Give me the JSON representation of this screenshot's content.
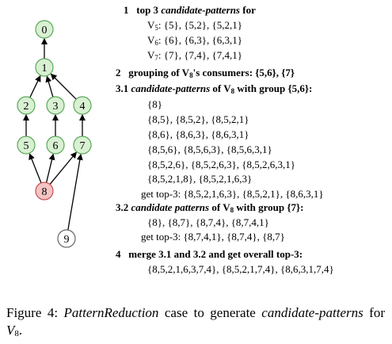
{
  "graph": {
    "nodes": [
      {
        "id": "0",
        "label": "0",
        "style": "green"
      },
      {
        "id": "1",
        "label": "1",
        "style": "green"
      },
      {
        "id": "2",
        "label": "2",
        "style": "green"
      },
      {
        "id": "3",
        "label": "3",
        "style": "green"
      },
      {
        "id": "4",
        "label": "4",
        "style": "green"
      },
      {
        "id": "5",
        "label": "5",
        "style": "green"
      },
      {
        "id": "6",
        "label": "6",
        "style": "green"
      },
      {
        "id": "7",
        "label": "7",
        "style": "green"
      },
      {
        "id": "8",
        "label": "8",
        "style": "red"
      },
      {
        "id": "9",
        "label": "9",
        "style": "white"
      }
    ],
    "edges": [
      [
        "1",
        "0"
      ],
      [
        "2",
        "1"
      ],
      [
        "3",
        "1"
      ],
      [
        "4",
        "1"
      ],
      [
        "5",
        "2"
      ],
      [
        "6",
        "3"
      ],
      [
        "7",
        "4"
      ],
      [
        "8",
        "5"
      ],
      [
        "8",
        "6"
      ],
      [
        "8",
        "7"
      ],
      [
        "9",
        "7"
      ]
    ],
    "colors": {
      "green_fill": "#d9f0d3",
      "green_stroke": "#5aa85a",
      "red_fill": "#f4c4c4",
      "red_stroke": "#c95050",
      "white_fill": "#ffffff",
      "white_stroke": "#666666"
    }
  },
  "steps": {
    "s1": {
      "num": "1",
      "pre": "top 3 ",
      "em": "candidate-patterns",
      "post": " for"
    },
    "s1_lines": [
      {
        "v": "V",
        "sub": "5",
        "rest": ": {5}, {5,2}, {5,2,1}"
      },
      {
        "v": "V",
        "sub": "6",
        "rest": ": {6}, {6,3}, {6,3,1}"
      },
      {
        "v": "V",
        "sub": "7",
        "rest": ": {7}, {7,4}, {7,4,1}"
      }
    ],
    "s2": {
      "num": "2",
      "pre": "grouping of V",
      "sub": "8",
      "post": "'s consumers: {5,6}, {7}"
    },
    "s31": {
      "num": "3.1",
      "em": "candidate-patterns",
      "mid": " of V",
      "sub": "8",
      "post": " with group {5,6}:"
    },
    "s31_lines": [
      "{8}",
      "{8,5}, {8,5,2}, {8,5,2,1}",
      "{8,6}, {8,6,3}, {8,6,3,1}",
      "{8,5,6}, {8,5,6,3}, {8,5,6,3,1}",
      "{8,5,2,6}, {8,5,2,6,3}, {8,5,2,6,3,1}",
      "{8,5,2,1,8}, {8,5,2,1,6,3}"
    ],
    "s31_top": "get top-3: {8,5,2,1,6,3}, {8,5,2,1}, {8,6,3,1}",
    "s32": {
      "num": "3.2",
      "em": "candidate patterns",
      "mid": " of V",
      "sub": "8",
      "post": " with group {7}:"
    },
    "s32_line": "{8}, {8,7}, {8,7,4}, {8,7,4,1}",
    "s32_top": "get top-3: {8,7,4,1}, {8,7,4}, {8,7}",
    "s4": {
      "num": "4",
      "text": "merge 3.1 and 3.2 and get overall top-3:"
    },
    "s4_line": "{8,5,2,1,6,3,7,4}, {8,5,2,1,7,4}, {8,6,3,1,7,4}"
  },
  "caption": {
    "prefix": "Figure 4: ",
    "em1": "PatternReduction",
    "mid": " case to generate ",
    "em2": "candidate-patterns",
    "post": " for ",
    "v": "V",
    "sub": "8",
    "end": "."
  }
}
